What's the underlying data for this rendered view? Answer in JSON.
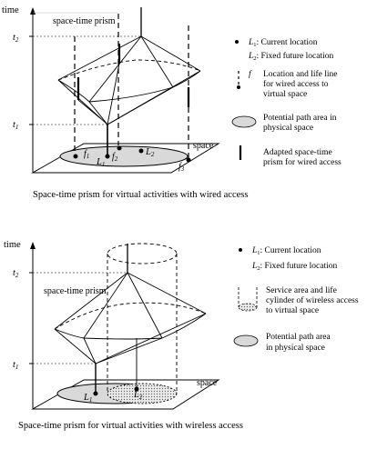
{
  "top": {
    "time_label": "time",
    "t2": "t",
    "t2_sub": "2",
    "t1": "t",
    "t1_sub": "1",
    "prism_label": "space-time prism",
    "space_label": "space",
    "f1": "f",
    "f1_sub": "1",
    "f2": "f",
    "f2_sub": "2",
    "f3": "f",
    "f3_sub": "3",
    "L1": "L",
    "L1_sub": "1",
    "L2": "L",
    "L2_sub": "2",
    "legend": {
      "current_location": {
        "symbol": "L",
        "sub": "1",
        "text": ": Current location"
      },
      "future_location": {
        "symbol": "L",
        "sub": "2",
        "text": ": Fixed future location"
      },
      "wired_access": {
        "symbol": "f",
        "lines": [
          "Location and life line",
          "for wired access to",
          "virtual space"
        ]
      },
      "path_area": {
        "lines": [
          "Potential path area in",
          "physical space"
        ]
      },
      "adapted_prism": {
        "lines": [
          "Adapted space-time",
          "prism for wired access"
        ]
      }
    },
    "caption": "Space-time prism for virtual activities with wired access"
  },
  "bottom": {
    "time_label": "time",
    "t2": "t",
    "t2_sub": "2",
    "t1": "t",
    "t1_sub": "1",
    "prism_label": "space-time prism",
    "space_label": "space",
    "L1": "L",
    "L1_sub": "1",
    "L2": "L",
    "L2_sub": "2",
    "legend": {
      "current_location": {
        "symbol": "L",
        "sub": "1",
        "text": ": Current location"
      },
      "future_location": {
        "symbol": "L",
        "sub": "2",
        "text": ": Fixed future location"
      },
      "service_area": {
        "lines": [
          "Service area and life",
          "cylinder of wireless access",
          "to virtual space"
        ]
      },
      "path_area": {
        "lines": [
          "Potential path area",
          "in physical space"
        ]
      }
    },
    "caption": "Space-time prism for virtual activities with wireless access"
  }
}
